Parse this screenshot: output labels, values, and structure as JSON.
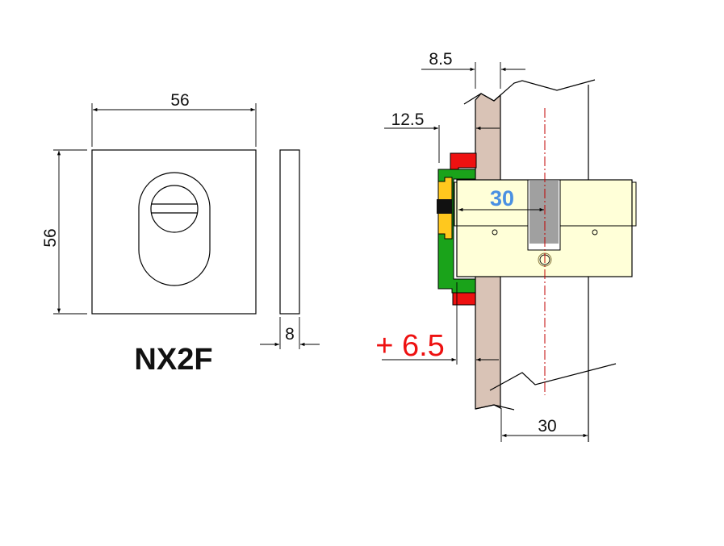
{
  "title": "NX2F",
  "front_view": {
    "width_label": "56",
    "height_label": "56"
  },
  "side_view": {
    "thickness_label": "8"
  },
  "section_view": {
    "plate_offset_label": "8.5",
    "rosette_projection_label": "12.5",
    "cylinder_cam_label": "30",
    "extension_label": "+ 6.5",
    "door_side_label": "30"
  },
  "colors": {
    "door": "#d9c3b6",
    "cylinder": "#ffffd8",
    "cam": "#a0a0a0",
    "rosette_outer": "#1aa31a",
    "rosette_clip": "#ee1111",
    "insert": "#ffc81e",
    "blue_label": "#4a90e2",
    "red_label": "#ee1111",
    "centerline": "#c00000"
  }
}
